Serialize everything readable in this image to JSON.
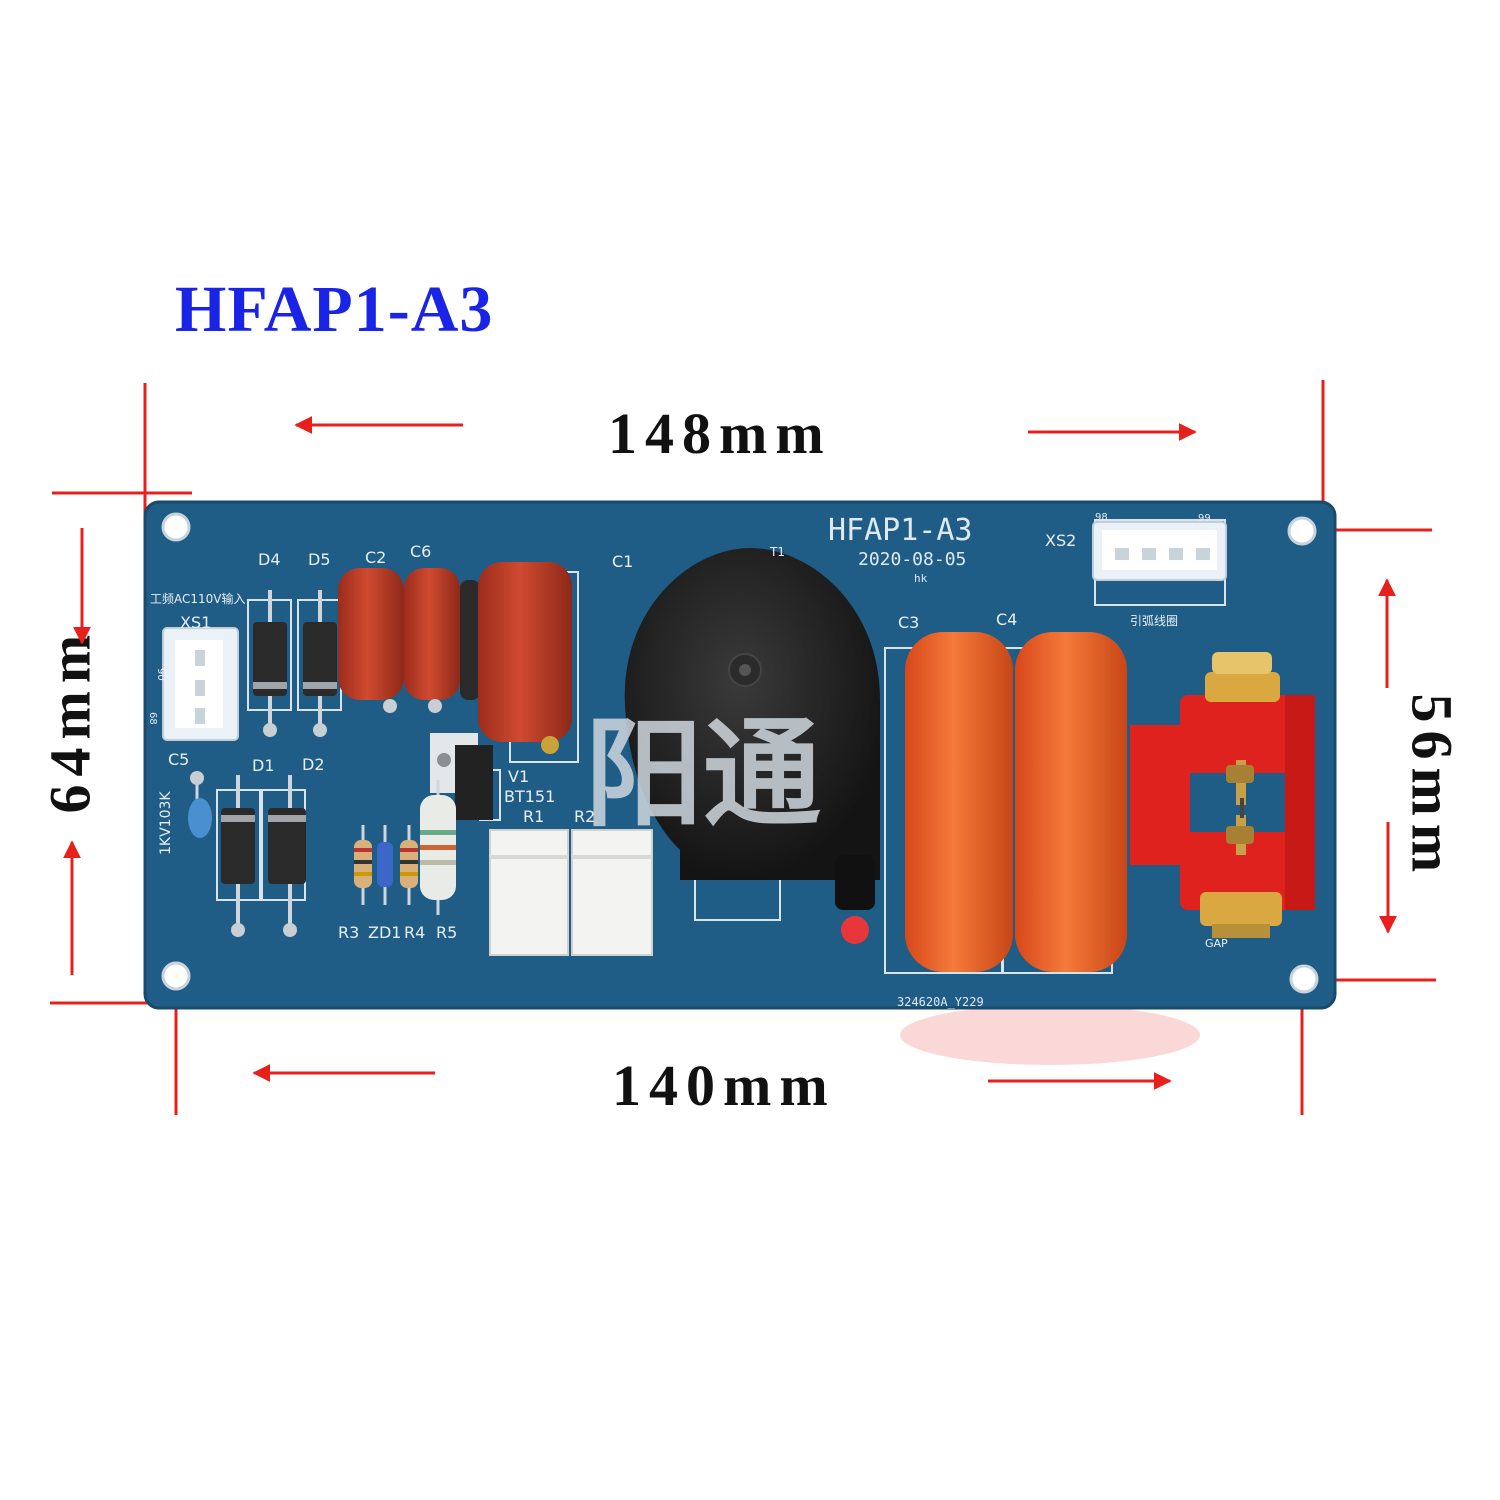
{
  "title": "HFAP1-A3",
  "dimensions": {
    "top": "148mm",
    "bottom": "140mm",
    "left": "64mm",
    "right": "56mm"
  },
  "board": {
    "model": "HFAP1-A3",
    "date": "2020-08-05",
    "initials": "hk",
    "serial": "324620A_Y229",
    "input_label": "工频AC110V输入",
    "arc_coil_label": "引弧线圈",
    "pin_labels": {
      "xs2_left": "98",
      "xs2_right": "99",
      "xs1_top": "90",
      "xs1_bottom": "68"
    },
    "components": {
      "xs1": "XS1",
      "xs2": "XS2",
      "c1": "C1",
      "c2": "C2",
      "c3": "C3",
      "c4": "C4",
      "c5": "C5",
      "c6": "C6",
      "c5_value": "1KV103K",
      "d1": "D1",
      "d2": "D2",
      "d4": "D4",
      "d5": "D5",
      "t1": "T1",
      "v1": "V1",
      "v1_part": "BT151",
      "r1": "R1",
      "r2": "R2",
      "r3": "R3",
      "zd1": "ZD1",
      "r4": "R4",
      "r5": "R5",
      "gap": "GAP"
    }
  },
  "watermark": "阳通",
  "colors": {
    "title": "#1a24e6",
    "pcb": "#1f5d86",
    "arrows": "#e8201c",
    "capacitor_small": "#b83a26",
    "capacitor_large": "#ea5a22",
    "terminal_red": "#e0221e"
  }
}
